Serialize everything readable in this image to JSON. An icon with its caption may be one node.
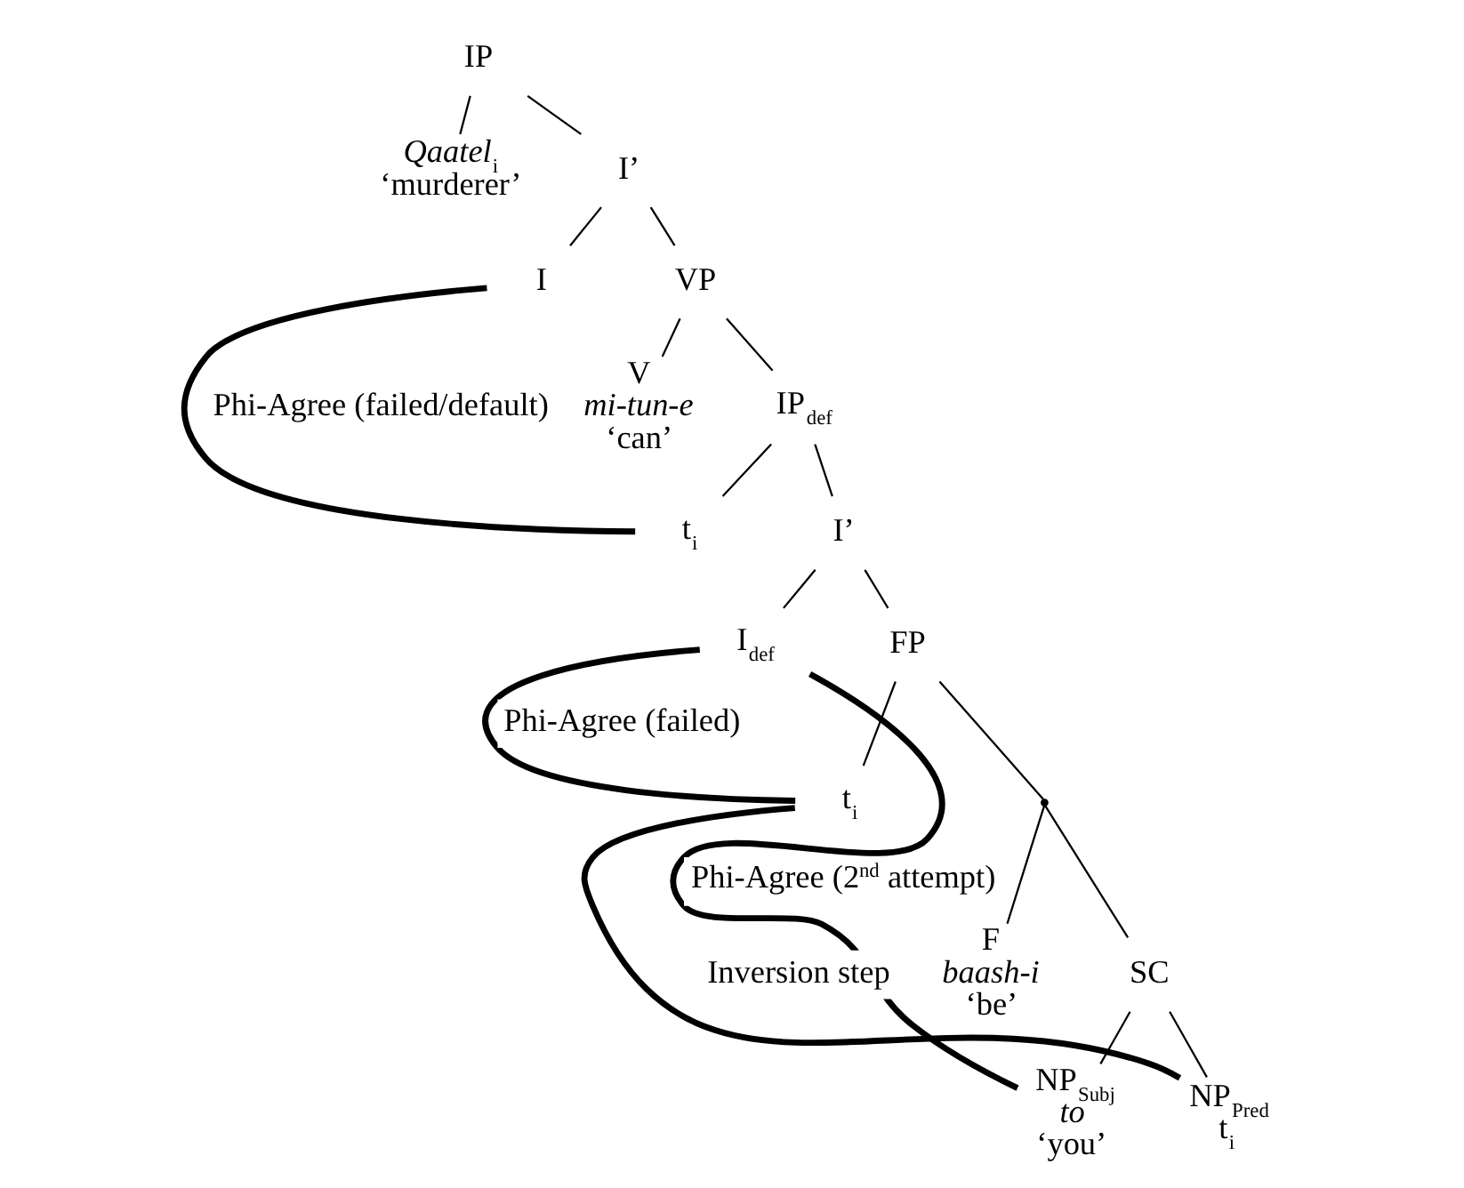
{
  "diagram": {
    "nodes": [
      {
        "text": [
          "IP"
        ]
      },
      {
        "text": [
          "*Qaatel*$_{i}$",
          "‘murderer’"
        ]
      },
      {
        "text": [
          "I’"
        ]
      },
      {
        "text": [
          "I"
        ]
      },
      {
        "text": [
          "VP"
        ]
      },
      {
        "text": [
          "V",
          "*mi-tun-e*",
          "‘can’"
        ]
      },
      {
        "text": [
          "IP$_{def}$"
        ]
      },
      {
        "text": [
          "t$_{i}$"
        ]
      },
      {
        "text": [
          "I’"
        ]
      },
      {
        "text": [
          "I$_{def}$"
        ]
      },
      {
        "text": [
          "FP"
        ]
      },
      {
        "text": [
          "t$_{i}$"
        ]
      },
      {
        "text": [],
        "shape": "point"
      },
      {
        "text": [
          "F",
          "*baash-i*",
          "‘be’"
        ]
      },
      {
        "text": [
          "SC"
        ]
      },
      {
        "text": [
          "NP$_{Subj}$",
          "*to*",
          "‘you’"
        ]
      },
      {
        "text": [
          "NP$_{Pred}$",
          "t$_{i}$"
        ]
      }
    ],
    "edges": [
      {
        "from": 0,
        "to": 1,
        "arrow": "none"
      },
      {
        "from": 0,
        "to": 2,
        "arrow": "none"
      },
      {
        "from": 2,
        "to": 3,
        "arrow": "none"
      },
      {
        "from": 2,
        "to": 4,
        "arrow": "none"
      },
      {
        "from": 4,
        "to": 5,
        "arrow": "none"
      },
      {
        "from": 4,
        "to": 6,
        "arrow": "none"
      },
      {
        "from": 6,
        "to": 7,
        "arrow": "none"
      },
      {
        "from": 6,
        "to": 8,
        "arrow": "none"
      },
      {
        "from": 8,
        "to": 9,
        "arrow": "none"
      },
      {
        "from": 8,
        "to": 10,
        "arrow": "none"
      },
      {
        "from": 10,
        "to": 11,
        "arrow": "none"
      },
      {
        "from": 10,
        "to": 12,
        "arrow": "none"
      },
      {
        "from": 12,
        "to": 13,
        "arrow": "none"
      },
      {
        "from": 12,
        "to": 14,
        "arrow": "none"
      },
      {
        "from": 14,
        "to": 15,
        "arrow": "none"
      },
      {
        "from": 14,
        "to": 16,
        "arrow": "none"
      },
      {
        "from": 3,
        "to": 7,
        "arrow": "none",
        "style": "thick",
        "label": "Phi-Agree (failed/default)"
      },
      {
        "from": 9,
        "to": 11,
        "arrow": "none",
        "style": "thick",
        "label": "Phi-Agree (failed)"
      },
      {
        "from": 9,
        "to": 15,
        "arrow": "none",
        "style": "thick",
        "label": "Phi-Agree (2$^{nd}$ attempt)"
      },
      {
        "from": 11,
        "to": 16,
        "arrow": "none",
        "style": "thick",
        "label": "Inversion step"
      }
    ]
  }
}
